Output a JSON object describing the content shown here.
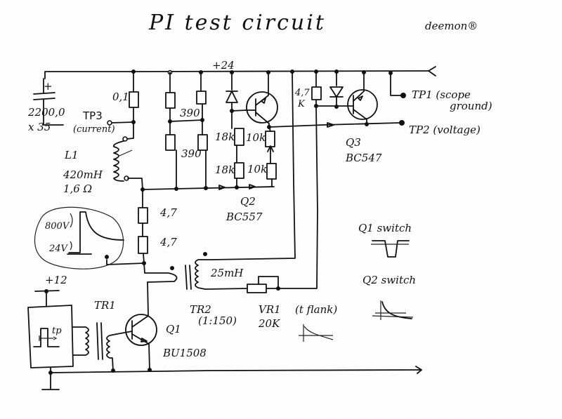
{
  "title": "PI test circuit",
  "author": "deemon®",
  "supplies": {
    "main": "+24",
    "pulse": "+12"
  },
  "capacitor": {
    "value": "2200,0",
    "voltage": "x 35",
    "polarity": "+"
  },
  "test_points": {
    "tp1": "TP1 (scope ground)",
    "tp1_line1": "TP1 (scope",
    "tp1_line2": "ground)",
    "tp2": "TP2 (voltage)",
    "tp3": "TP3",
    "tp3_note": "(current)"
  },
  "coil": {
    "name": "L1",
    "inductance": "420mH",
    "resistance": "1,6 Ω"
  },
  "resistors": {
    "shunt": "0,1",
    "r390a": "390",
    "r390b": "390",
    "r18k_a": "18k",
    "r18k_b": "18k",
    "r10k_a": "10k",
    "r10k_b": "10k",
    "r47k": "4,7",
    "r47k_unit": "K",
    "r47a": "4,7",
    "r47b": "4,7"
  },
  "transistors": {
    "q1": {
      "name": "Q1",
      "part": "BU1508"
    },
    "q2": {
      "name": "Q2",
      "part": "BC557"
    },
    "q3": {
      "name": "Q3",
      "part": "BC547"
    }
  },
  "transformers": {
    "tr1": "TR1",
    "tr2": "TR2",
    "tr2_ratio": "(1:150)",
    "tr2_inductance": "25mH"
  },
  "trimmer": {
    "name": "VR1",
    "value": "20K",
    "note": "(t flank)"
  },
  "pulse_generator": {
    "label": "tp"
  },
  "inset_waveform": {
    "high": "800V",
    "low": "24V"
  },
  "waveform_labels": {
    "q1": "Q1 switch",
    "q2": "Q2 switch"
  }
}
